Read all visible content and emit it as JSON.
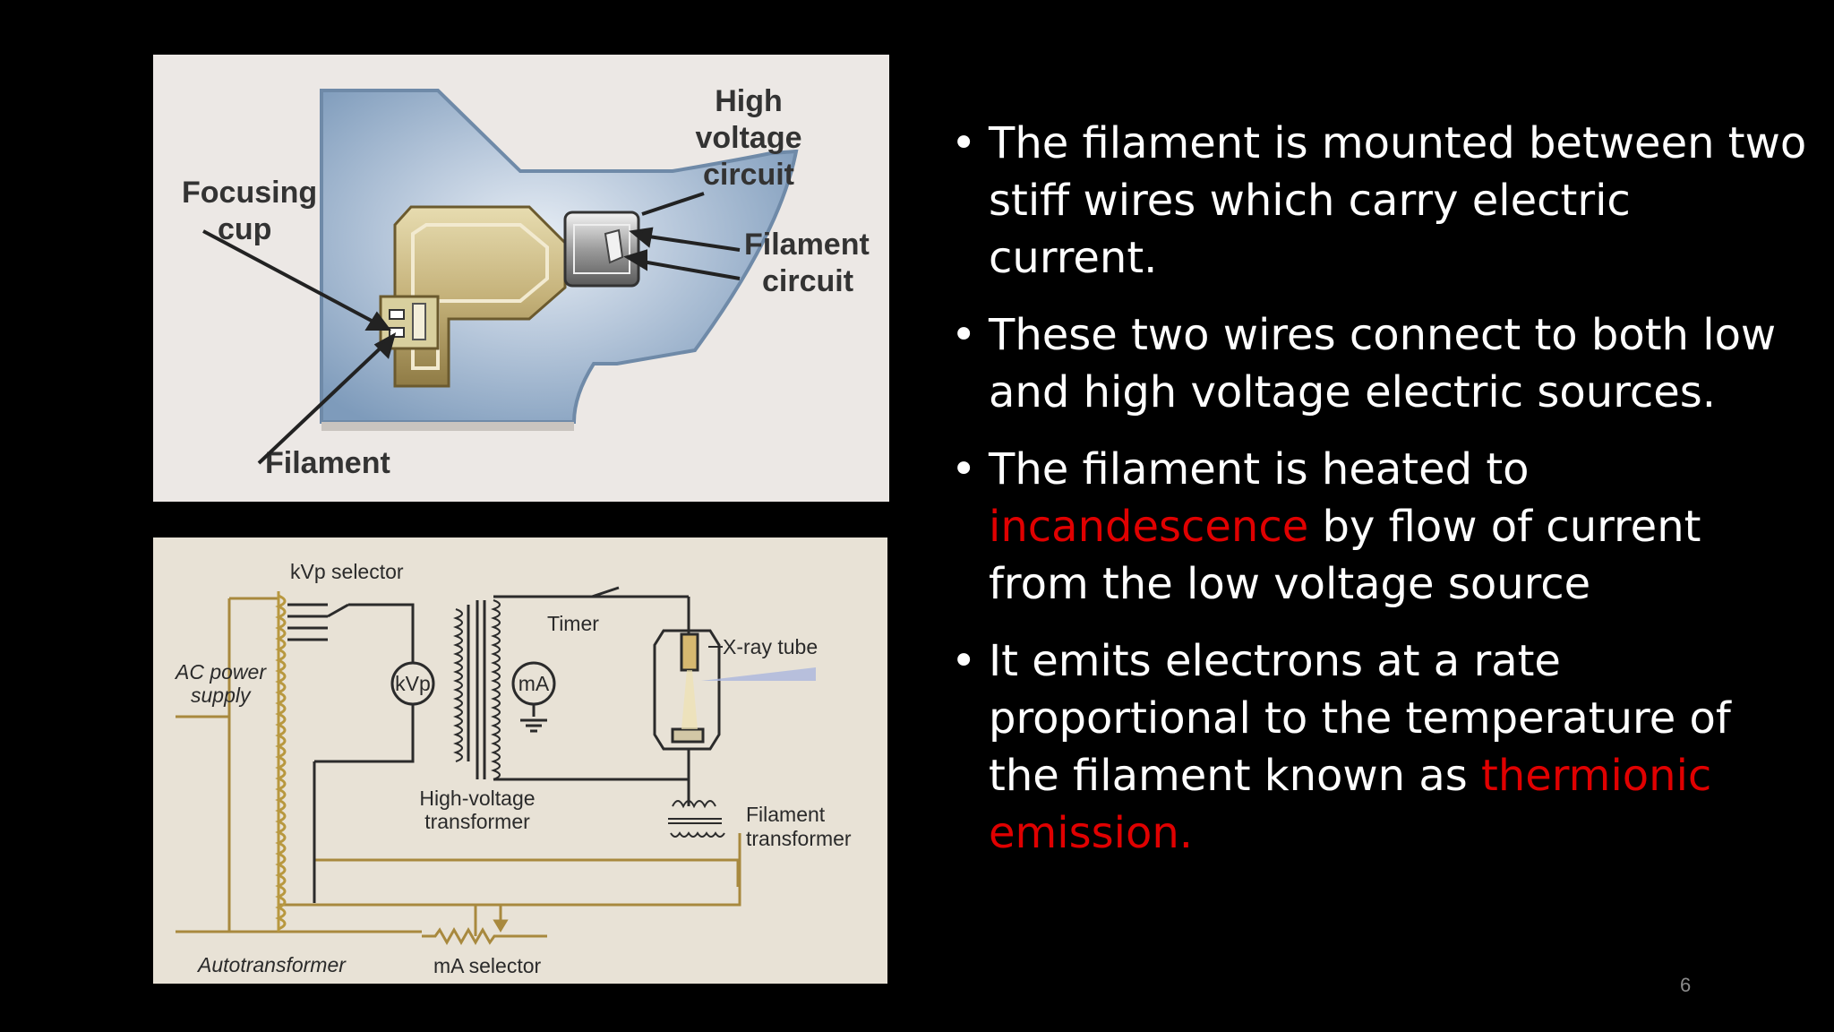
{
  "slide": {
    "number": "6",
    "colors": {
      "background": "#000000",
      "text": "#ffffff",
      "highlight": "#e00000"
    }
  },
  "cathode_diagram": {
    "labels": {
      "high_voltage_1": "High",
      "high_voltage_2": "voltage",
      "high_voltage_3": "circuit",
      "focusing_cup_1": "Focusing",
      "focusing_cup_2": "cup",
      "filament_circuit_1": "Filament",
      "filament_circuit_2": "circuit",
      "filament": "Filament"
    }
  },
  "circuit_diagram": {
    "labels": {
      "kvp_selector": "kVp selector",
      "timer": "Timer",
      "xray_tube": "X-ray tube",
      "ac_power_1": "AC power",
      "ac_power_2": "supply",
      "kvp_meter": "kVp",
      "ma_meter": "mA",
      "hv_transformer_1": "High-voltage",
      "hv_transformer_2": "transformer",
      "filament_transformer_1": "Filament",
      "filament_transformer_2": "transformer",
      "autotransformer": "Autotransformer",
      "ma_selector": "mA selector"
    }
  },
  "bullets": [
    {
      "text": "The filament is mounted between two stiff wires which carry  electric current."
    },
    {
      "text": "These two wires connect to both low and high voltage electric sources."
    },
    {
      "pre": "The filament is heated to ",
      "highlight": "incandescence",
      "post": " by flow of current from the low voltage source"
    },
    {
      "pre": "It emits electrons at a rate proportional to the temperature of the filament known as ",
      "highlight": "thermionic emission."
    }
  ]
}
